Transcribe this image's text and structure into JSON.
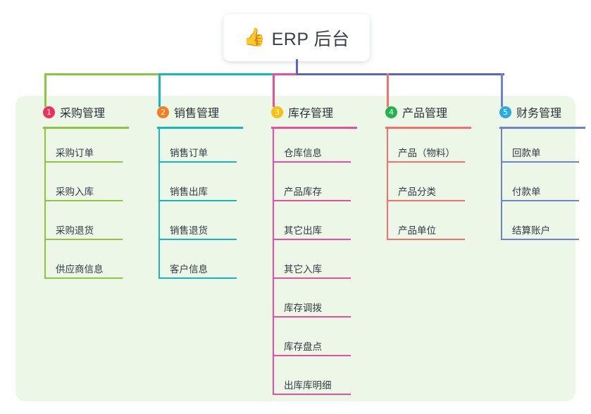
{
  "title": {
    "emoji": "👍",
    "emoji_name": "thumbs-up-icon",
    "text": "ERP 后台"
  },
  "colors": {
    "panel_background": "#edf7e8",
    "page_background": "#ffffff",
    "trunk": "#5b63c4",
    "green": "#8cc63f",
    "teal": "#15b7b9",
    "pink": "#ec4d9c",
    "red": "#f4706a",
    "blue": "#6b82d6",
    "badge1": "#f0305a",
    "badge2": "#f57c20",
    "badge3": "#f9c011",
    "badge4": "#22b24c",
    "badge5": "#29abe2"
  },
  "columns": [
    {
      "index": "1",
      "badge_color": "#f0305a",
      "line_color": "#8cc63f",
      "title": "采购管理",
      "items": [
        "采购订单",
        "采购入库",
        "采购退货",
        "供应商信息"
      ]
    },
    {
      "index": "2",
      "badge_color": "#f57c20",
      "line_color": "#15b7b9",
      "title": "销售管理",
      "items": [
        "销售订单",
        "销售出库",
        "销售退货",
        "客户信息"
      ]
    },
    {
      "index": "3",
      "badge_color": "#f9c011",
      "line_color": "#ec4d9c",
      "title": "库存管理",
      "items": [
        "仓库信息",
        "产品库存",
        "其它出库",
        "其它入库",
        "库存调拨",
        "库存盘点",
        "出库库明细"
      ]
    },
    {
      "index": "4",
      "badge_color": "#22b24c",
      "line_color": "#f4706a",
      "title": "产品管理",
      "items": [
        "产品（物料）",
        "产品分类",
        "产品单位"
      ]
    },
    {
      "index": "5",
      "badge_color": "#29abe2",
      "line_color": "#6b82d6",
      "title": "财务管理",
      "items": [
        "回款单",
        "付款单",
        "结算账户"
      ]
    }
  ]
}
